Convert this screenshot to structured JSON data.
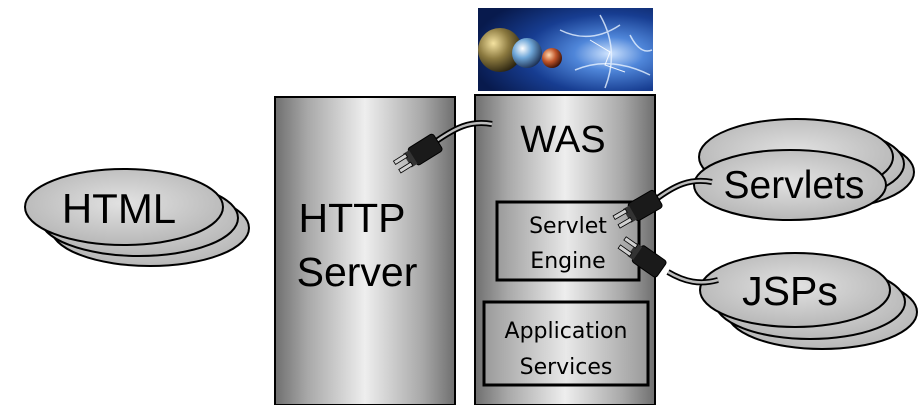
{
  "diagram": {
    "was_label": "WAS",
    "http_server": {
      "line1": "HTTP",
      "line2": "Server"
    },
    "servlet_engine": {
      "line1": "Servlet",
      "line2": "Engine"
    },
    "application_services": {
      "line1": "Application",
      "line2": "Services"
    },
    "stacks": {
      "html": "HTML",
      "servlets": "Servlets",
      "jsps": "JSPs"
    },
    "icons": [
      "plug-icon",
      "space-planets-logo"
    ],
    "colors": {
      "outline": "#000000",
      "disc_fill": "#c8c8c8",
      "column_dark": "#7a7a7a",
      "column_light": "#e6e6e6",
      "logo_blue": "#1a4fa8"
    }
  }
}
